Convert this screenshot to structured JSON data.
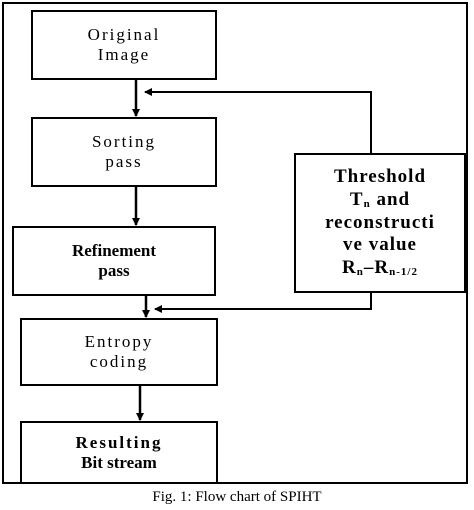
{
  "boxes": {
    "original": {
      "line1": "Original",
      "line2": "Image"
    },
    "sorting": {
      "line1": "Sorting",
      "line2": "pass"
    },
    "refinement": {
      "line1": "Refinement",
      "line2": "pass"
    },
    "entropy": {
      "line1": "Entropy",
      "line2": "coding"
    },
    "result": {
      "line1": "Resulting",
      "line2": "Bit stream"
    },
    "threshold": {
      "line1": "Threshold",
      "line2_main": "T",
      "line2_sub": "n",
      "line2_rest": " and",
      "line3": "reconstructi",
      "line4": "ve value",
      "line5_r1": "R",
      "line5_sub1": "n",
      "line5_mid": "–R",
      "line5_sub2": "n-1/2"
    }
  },
  "caption": "Fig. 1: Flow chart of SPIHT"
}
